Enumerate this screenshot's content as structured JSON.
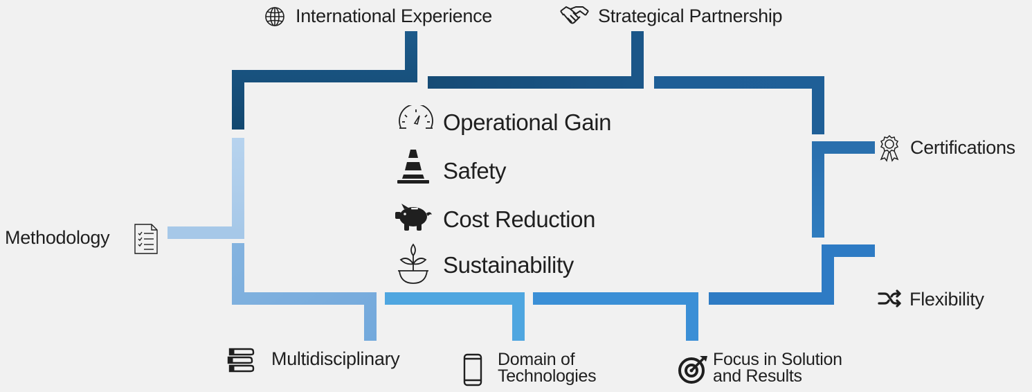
{
  "top": {
    "international_experience": "International Experience",
    "strategical_partnership": "Strategical Partnership"
  },
  "right": {
    "certifications": "Certifications",
    "flexibility": "Flexibility"
  },
  "left": {
    "methodology": "Methodology"
  },
  "bottom": {
    "multidisciplinary": "Multidisciplinary",
    "domain_line1": "Domain of",
    "domain_line2": "Technologies",
    "focus_line1": "Focus in Solution",
    "focus_line2": "and Results"
  },
  "center": {
    "operational_gain": "Operational Gain",
    "safety": "Safety",
    "cost_reduction": "Cost Reduction",
    "sustainability": "Sustainability"
  },
  "icons": {
    "international_experience": "globe-icon",
    "strategical_partnership": "handshake-icon",
    "certifications": "award-ribbon-icon",
    "flexibility": "shuffle-icon",
    "methodology": "checklist-document-icon",
    "multidisciplinary": "books-stack-icon",
    "domain_of_technologies": "smartphone-icon",
    "focus_in_solution": "target-icon",
    "operational_gain": "speedometer-icon",
    "safety": "traffic-cone-icon",
    "cost_reduction": "piggy-bank-icon",
    "sustainability": "sprout-bowl-icon"
  },
  "colors": {
    "dark_navy": "#1a4a73",
    "mid_blue": "#2a6aa8",
    "bright_blue": "#2e7bc4",
    "light_blue": "#aecce9",
    "medium_light_blue": "#7fb0de",
    "sky_blue": "#4aa3df",
    "background": "#f1f1f1"
  }
}
